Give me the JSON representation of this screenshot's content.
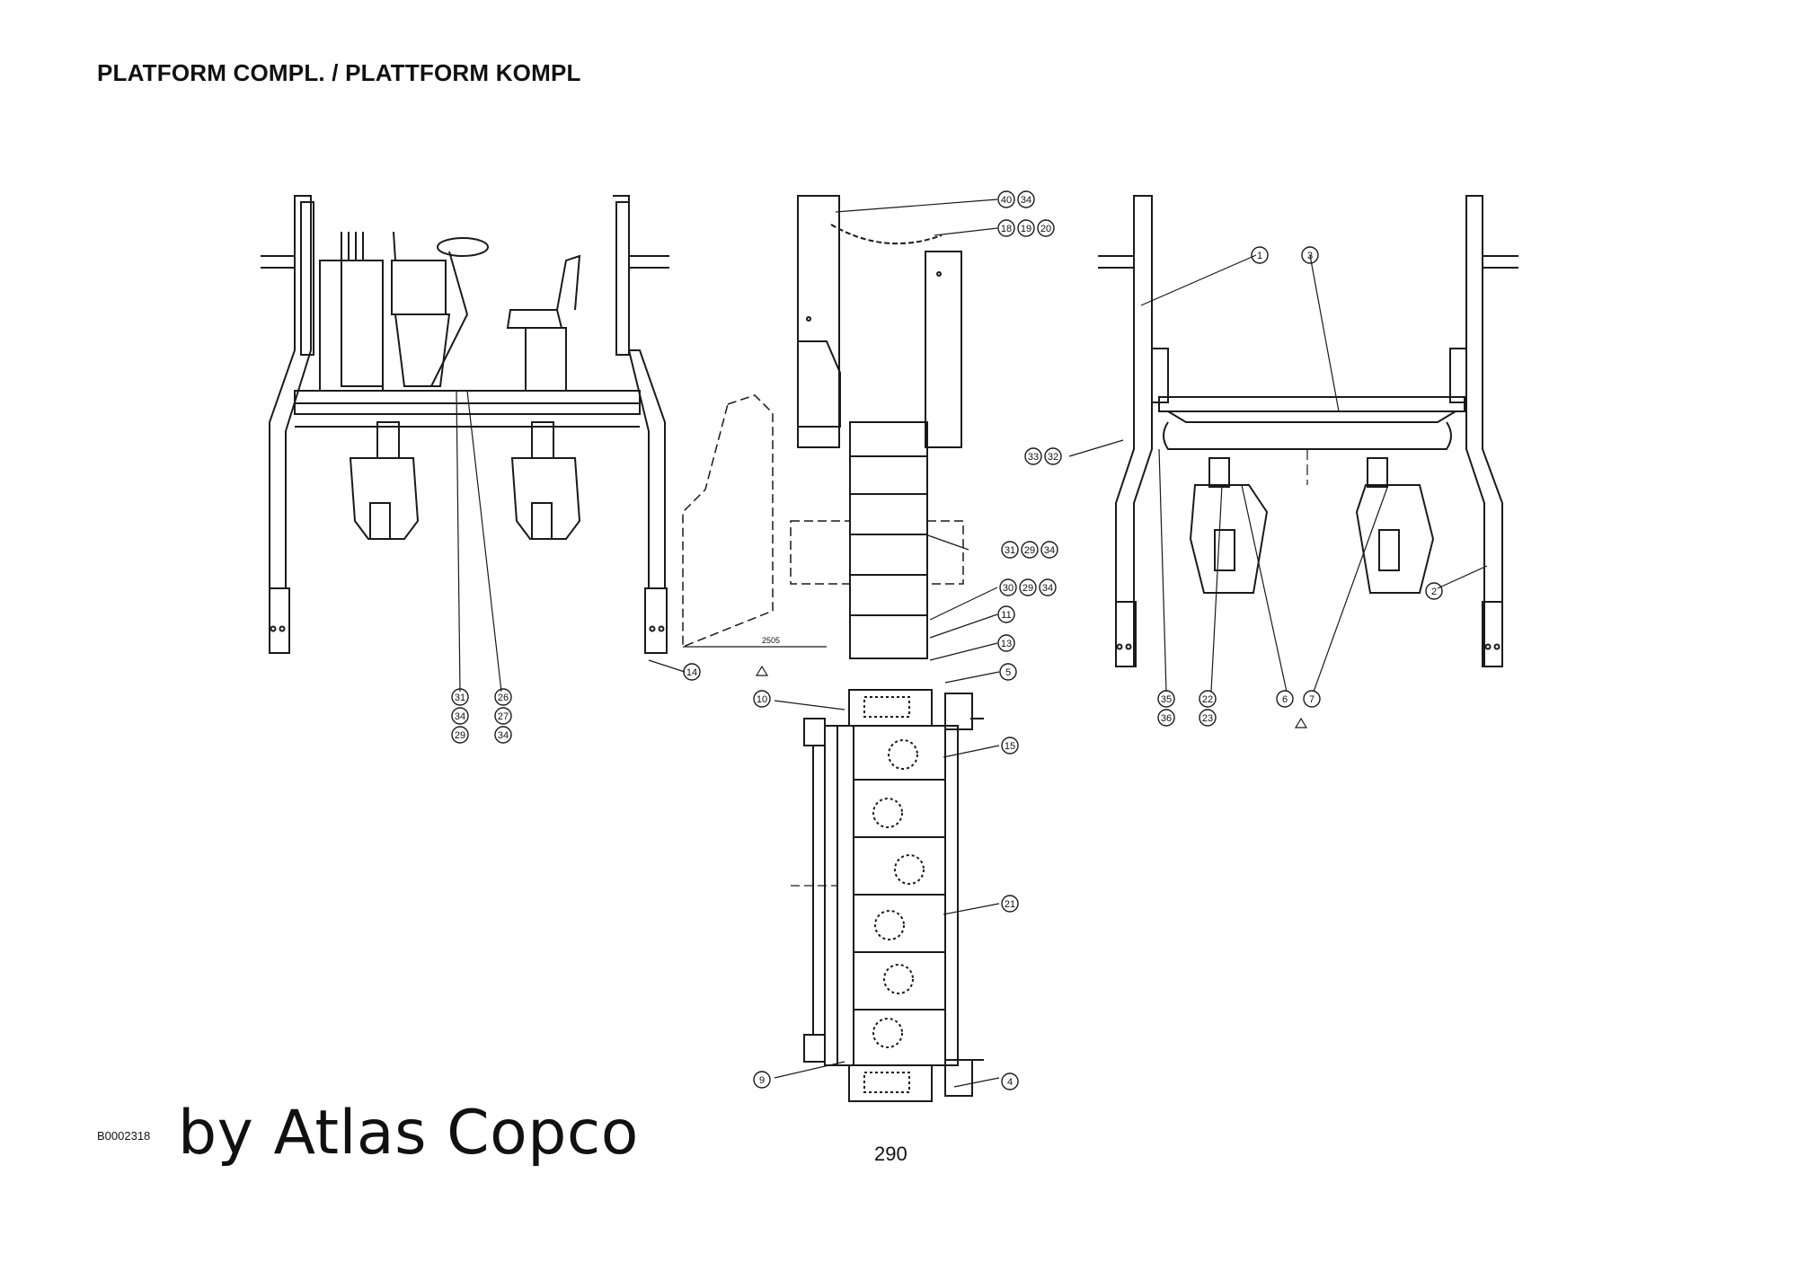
{
  "header": {
    "title": "PLATFORM COMPL. / PLATTFORM KOMPL"
  },
  "footer": {
    "doc_code": "B0002318",
    "brand": "by Atlas Copco",
    "page_number": "290"
  },
  "drawing": {
    "dimension_label": "2505",
    "callouts": {
      "c1": "1",
      "c2": "2",
      "c3": "3",
      "c4": "4",
      "c5": "5",
      "c6": "6",
      "c7": "7",
      "c9": "9",
      "c10": "10",
      "c11": "11",
      "c13": "13",
      "c14": "14",
      "c15": "15",
      "c18": "18",
      "c19": "19",
      "c20": "20",
      "c21": "21",
      "c22": "22",
      "c23": "23",
      "c26": "26",
      "c27": "27",
      "c29a": "29",
      "c29b": "29",
      "c29c": "29",
      "c30": "30",
      "c31a": "31",
      "c31b": "31",
      "c32": "32",
      "c33": "33",
      "c34a": "34",
      "c34b": "34",
      "c34c": "34",
      "c34d": "34",
      "c34e": "34",
      "c35": "35",
      "c36": "36",
      "c40": "40"
    }
  }
}
